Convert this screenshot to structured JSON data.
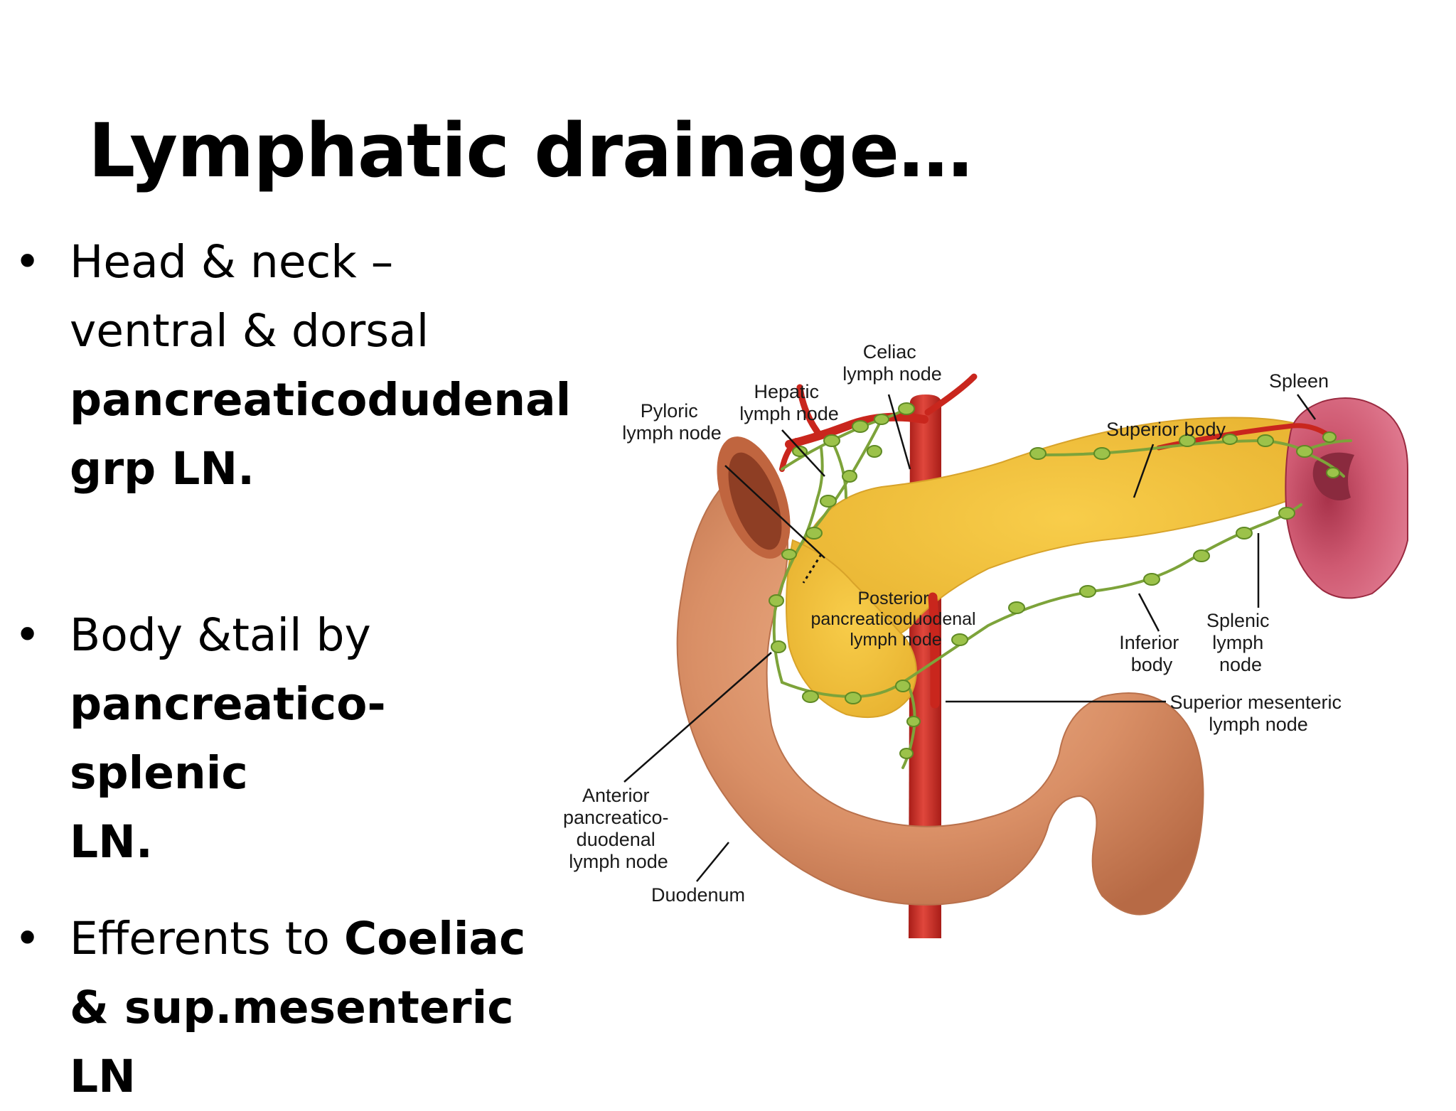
{
  "title": "Lymphatic drainage…",
  "bullets": [
    {
      "bullet": "•",
      "lines": [
        {
          "text": "Head  & neck –",
          "bold": false
        },
        {
          "text": "ventral & dorsal",
          "bold": false
        },
        {
          "text": "pancreaticodudenal",
          "bold": true
        },
        {
          "text": "grp LN.",
          "bold": true
        }
      ]
    },
    {
      "bullet": "•",
      "lines": [
        {
          "text": "Body &tail by",
          "bold": false
        },
        {
          "text": "pancreatico-splenic",
          "bold": true
        },
        {
          "text": "LN.",
          "bold": true
        }
      ]
    },
    {
      "bullet": "•",
      "lines": [
        {
          "text": "Efferents to ",
          "bold_suffix": "Coeliac"
        },
        {
          "text": "& sup.mesenteric",
          "bold": true
        },
        {
          "text": "LN",
          "bold": true
        }
      ]
    }
  ],
  "diagram": {
    "labels": {
      "celiac": [
        "Celiac",
        "lymph node"
      ],
      "hepatic": [
        "Hepatic",
        "lymph node"
      ],
      "pyloric": [
        "Pyloric",
        "lymph node"
      ],
      "spleen": [
        "Spleen"
      ],
      "superior_body": [
        "Superior body"
      ],
      "posterior": [
        "Posterior",
        "pancreaticoduodenal",
        "lymph node"
      ],
      "inferior_body": [
        "Inferior",
        "body"
      ],
      "splenic": [
        "Splenic",
        "lymph",
        "node"
      ],
      "superior_mesenteric": [
        "Superior mesenteric",
        "lymph node"
      ],
      "anterior": [
        "Anterior",
        "pancreatico-",
        "duodenal",
        "lymph node"
      ],
      "duodenum": [
        "Duodenum"
      ]
    },
    "colors": {
      "pancreas": "#f2c13c",
      "duodenum": "#d9906a",
      "artery": "#cc2a22",
      "spleen": "#c24a62",
      "lymph": "#8db43c"
    }
  }
}
